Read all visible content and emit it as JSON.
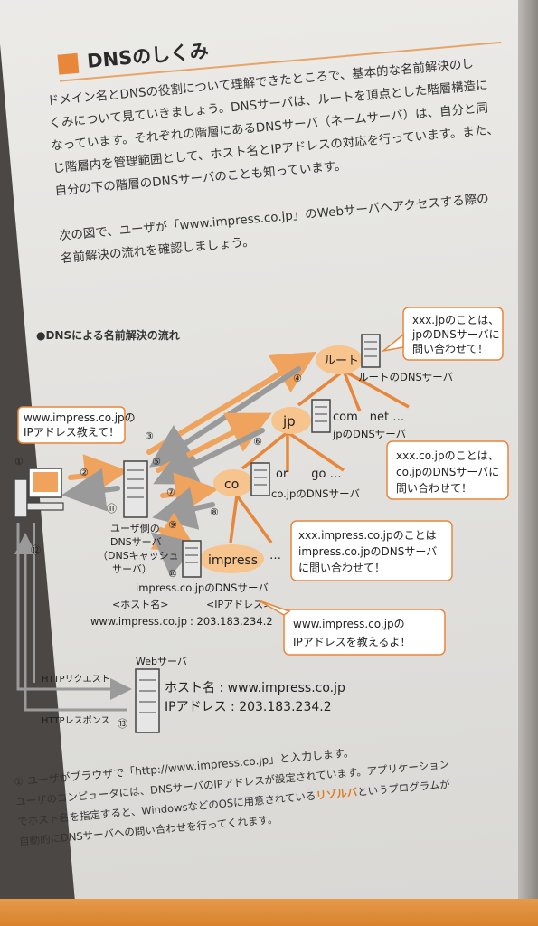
{
  "heading": "DNSのしくみ",
  "intro_lines": [
    "ドメイン名とDNSの役割について理解できたところで、基本的な名前解決のし",
    "くみについて見ていきましょう。DNSサーバは、ルートを頂点とした階層構造に",
    "なっています。それぞれの階層にあるDNSサーバ（ネームサーバ）は、自分と同",
    "じ階層内を管理範囲として、ホスト名とIPアドレスの対応を行っています。また、",
    "自分の下の階層のDNSサーバのことも知っています。"
  ],
  "second_lines": [
    "次の図で、ユーザが「www.impress.co.jp」のWebサーバへアクセスする際の",
    "名前解決の流れを確認しましょう。"
  ],
  "figure_title": "●DNSによる名前解決の流れ",
  "diagram": {
    "root_node": "ルート",
    "root_server_label": "ルートのDNSサーバ",
    "jp_node": "jp",
    "jp_siblings": "com　net …",
    "jp_server_label": "jpのDNSサーバ",
    "co_node": "co",
    "co_siblings": "or　　go …",
    "co_server_label": "co.jpのDNSサーバ",
    "impress_node": "impress",
    "impress_siblings": "…",
    "impress_server_label": "impress.co.jpのDNSサーバ",
    "user_bubble": [
      "www.impress.co.jpの",
      "IPアドレス教えて！"
    ],
    "root_bubble": [
      "xxx.jpのことは、",
      "jpのDNSサーバに",
      "問い合わせて！"
    ],
    "jp_bubble": [
      "xxx.co.jpのことは、",
      "co.jpのDNSサーバに",
      "問い合わせて！"
    ],
    "co_bubble": [
      "xxx.impress.co.jpのことは",
      "impress.co.jpのDNSサーバ",
      "に問い合わせて！"
    ],
    "impress_bubble": [
      "www.impress.co.jpの",
      "IPアドレスを教えるよ！"
    ],
    "cache_server_label": [
      "ユーザ側の",
      "DNSサーバ",
      "（DNSキャッシュ",
      "サーバ）"
    ],
    "host_header": "<ホスト名>",
    "ip_header": "<IPアドレス>",
    "host_value": "www.impress.co.jp",
    "ip_value": ": 203.183.234.2",
    "web_server_title": "Webサーバ",
    "web_host": "ホスト名 : www.impress.co.jp",
    "web_ip": "IPアドレス : 203.183.234.2",
    "http_request": "HTTPリクエスト",
    "http_response": "HTTPレスポンス",
    "steps": [
      "①",
      "②",
      "③",
      "④",
      "⑤",
      "⑥",
      "⑦",
      "⑧",
      "⑨",
      "⑩",
      "⑪",
      "⑫",
      "⑬"
    ]
  },
  "footnote_step": "① ユーザがブラウザで「http://www.impress.co.jp」と入力します。",
  "footnote_lines_pre": [
    "ユーザのコンピュータには、DNSサーバのIPアドレスが設定されています。アプリケーション",
    "でホスト名を指定すると、WindowsなどのOSに用意されている"
  ],
  "footnote_highlight": "リゾルバ",
  "footnote_after_highlight": "というプログラムが",
  "footnote_last": "自動的にDNSサーバへの問い合わせを行ってくれます。",
  "colors": {
    "accent": "#e8863a",
    "arrow_orange": "#f0a35c",
    "arrow_gray": "#9a9a9a",
    "node_fill": "#f6c48c"
  }
}
